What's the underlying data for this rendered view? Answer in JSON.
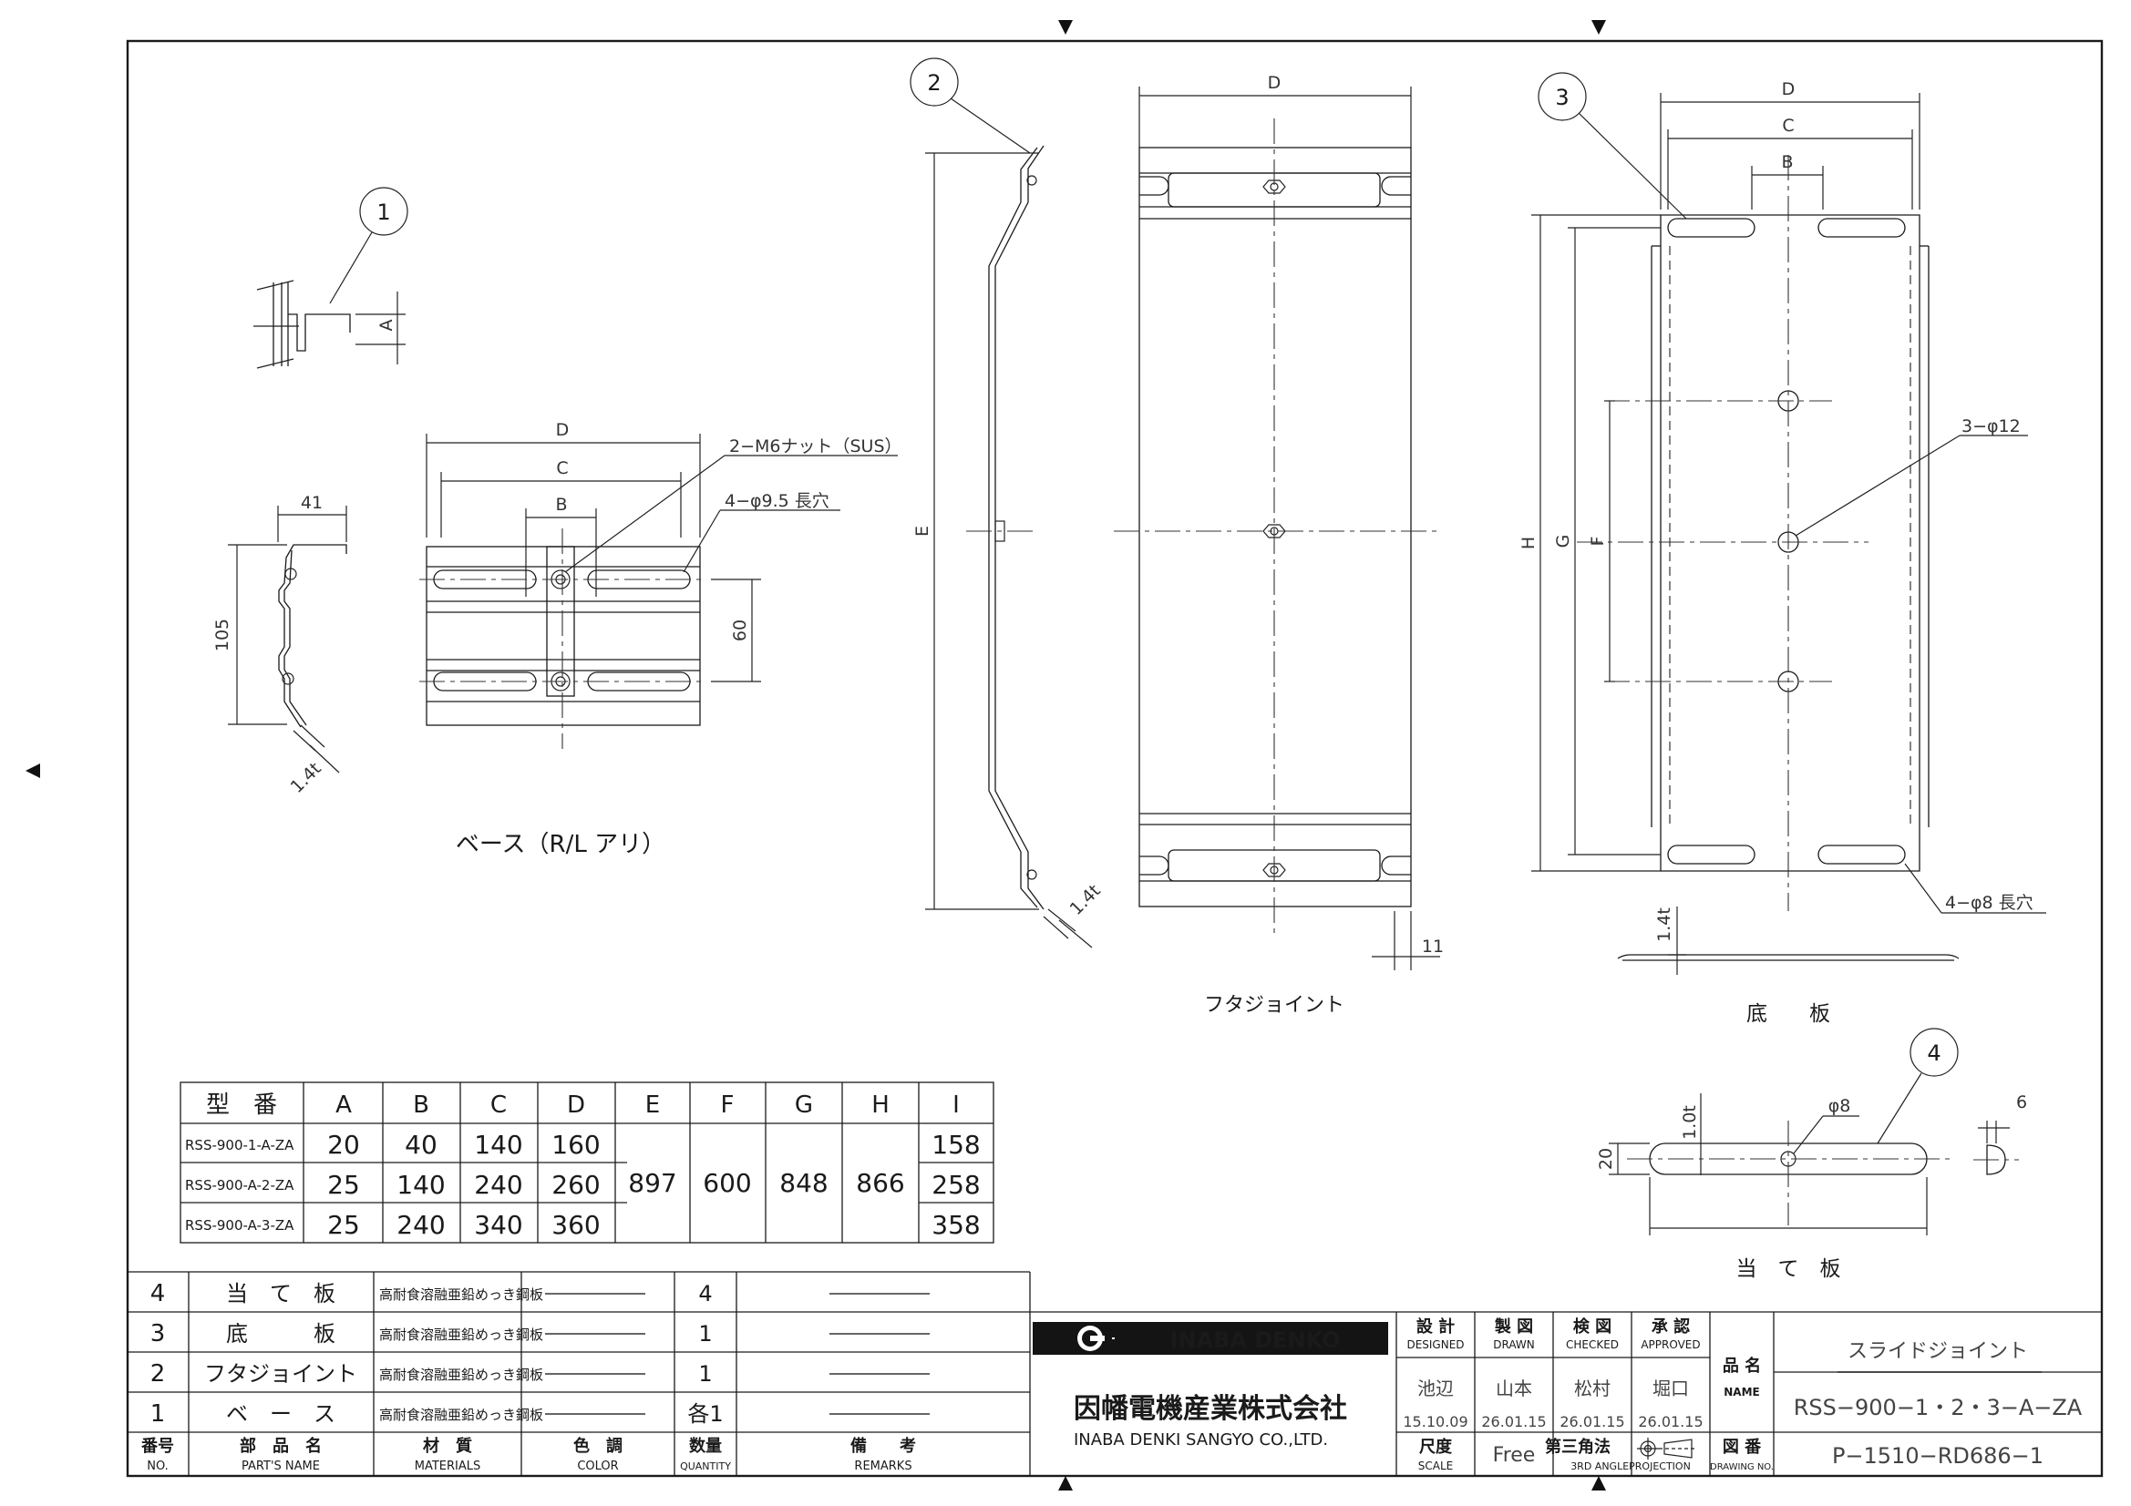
{
  "views": {
    "part_callouts": [
      "1",
      "2",
      "3",
      "4"
    ],
    "part1": {
      "dim_a": "A"
    },
    "base_side": {
      "dim_width": "41",
      "dim_height": "105",
      "dim_thickness": "1.4t"
    },
    "base_front": {
      "dim_d": "D",
      "dim_c": "C",
      "dim_b": "B",
      "dim_60": "60",
      "note_nut": "2−M6ナット（SUS）",
      "note_slot": "4−φ9.5 長穴"
    },
    "base_title": "ベース（R/L アリ）",
    "cover_side": {
      "dim_e": "E",
      "dim_thickness": "1.4t"
    },
    "cover_front": {
      "dim_d": "D",
      "dim_11": "11"
    },
    "cover_title": "フタジョイント",
    "bottom_plate": {
      "dim_d": "D",
      "dim_c": "C",
      "dim_b": "B",
      "dim_h": "H",
      "dim_g": "G",
      "dim_f": "F",
      "dim_thickness": "1.4t",
      "note_holes": "3−φ12",
      "note_slots": "4−φ8 長穴"
    },
    "bottom_title": "底　　板",
    "pad_plate": {
      "dim_thick": "1.0t",
      "dim_hole": "φ8",
      "dim_20": "20",
      "dim_6": "6"
    },
    "pad_title": "当　て　板"
  },
  "dimension_table": {
    "headers": [
      "型　番",
      "A",
      "B",
      "C",
      "D",
      "E",
      "F",
      "G",
      "H",
      "I"
    ],
    "rows": [
      [
        "RSS-900-1-A-ZA",
        "20",
        "40",
        "140",
        "160",
        "158"
      ],
      [
        "RSS-900-A-2-ZA",
        "25",
        "140",
        "240",
        "260",
        "258"
      ],
      [
        "RSS-900-A-3-ZA",
        "25",
        "240",
        "340",
        "360",
        "358"
      ]
    ],
    "shared": {
      "E": "897",
      "F": "600",
      "G": "848",
      "H": "866"
    }
  },
  "parts_list": {
    "rows": [
      {
        "no": "4",
        "name": "当　て　板",
        "material": "高耐食溶融亜鉛めっき鋼板",
        "qty": "4"
      },
      {
        "no": "3",
        "name": "底　　　板",
        "material": "高耐食溶融亜鉛めっき鋼板",
        "qty": "1"
      },
      {
        "no": "2",
        "name": "フタジョイント",
        "material": "高耐食溶融亜鉛めっき鋼板",
        "qty": "1"
      },
      {
        "no": "1",
        "name": "ベ　ー　ス",
        "material": "高耐食溶融亜鉛めっき鋼板",
        "qty": "各1"
      }
    ],
    "header": {
      "no_jp": "番号",
      "no_en": "NO.",
      "name_jp": "部　品　名",
      "name_en": "PART'S NAME",
      "material_jp": "材　質",
      "material_en": "MATERIALS",
      "color_jp": "色　調",
      "color_en": "COLOR",
      "qty_jp": "数量",
      "qty_en": "QUANTITY",
      "remarks_jp": "備　　考",
      "remarks_en": "REMARKS"
    }
  },
  "title_block": {
    "logo_text": "INABA DENKO",
    "company_jp": "因幡電機産業株式会社",
    "company_en": "INABA DENKI SANGYO CO.,LTD.",
    "designed_jp": "設 計",
    "designed_en": "DESIGNED",
    "designed_name": "池辺",
    "designed_date": "15.10.09",
    "drawn_jp": "製 図",
    "drawn_en": "DRAWN",
    "drawn_name": "山本",
    "drawn_date": "26.01.15",
    "checked_jp": "検 図",
    "checked_en": "CHECKED",
    "checked_name": "松村",
    "checked_date": "26.01.15",
    "approved_jp": "承 認",
    "approved_en": "APPROVED",
    "approved_name": "堀口",
    "approved_date": "26.01.15",
    "name_label_jp": "品 名",
    "name_label_en": "NAME",
    "product_name": "スライドジョイント",
    "product_code": "RSS−900−1・2・3−A−ZA",
    "scale_jp": "尺度",
    "scale_en": "SCALE",
    "scale_value": "Free",
    "projection_jp": "第三角法",
    "projection_en": "3RD ANGLEPROJECTION",
    "drawing_no_jp": "図 番",
    "drawing_no_en": "DRAWING NO.",
    "drawing_no": "P−1510−RD686−1"
  }
}
